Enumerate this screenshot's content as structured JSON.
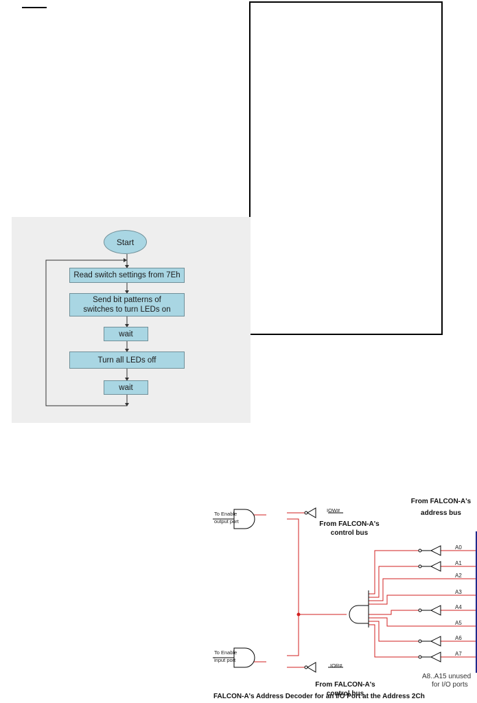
{
  "flowchart": {
    "start": "Start",
    "steps": [
      "Read switch settings from 7Eh",
      "Send bit patterns of switches to turn LEDs on",
      "wait",
      "Turn all LEDs off",
      "wait"
    ]
  },
  "decoder": {
    "out_label_line1": "To Enable",
    "out_label_line2": "output port",
    "in_label_line1": "To Enable",
    "in_label_line2": "input port",
    "iow": "IOW#",
    "ior": "IOR#",
    "ctrl_bus_top_line1": "From FALCON-A's",
    "ctrl_bus_top_line2": "control bus",
    "ctrl_bus_bottom_line1": "From FALCON-A's",
    "ctrl_bus_bottom_line2": "control bus",
    "addr_bus_line1": "From FALCON-A's",
    "addr_bus_line2": "address bus",
    "address_lines": [
      "A0",
      "A1",
      "A2",
      "A3",
      "A4",
      "A5",
      "A6",
      "A7"
    ],
    "unused_line1": "A8..A15 unused",
    "unused_line2": "for I/O ports",
    "caption": "FALCON-A's Address Decoder for an I/O Port at the Address 2Ch",
    "colors": {
      "wire": "#d21f1f",
      "bus": "#1f2a8c",
      "gate": "#000000"
    }
  }
}
